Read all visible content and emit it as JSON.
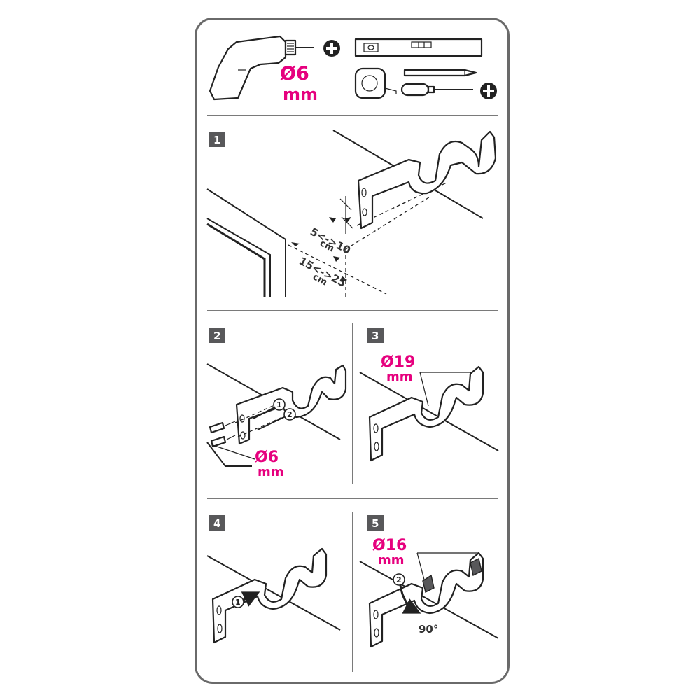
{
  "tools": {
    "drill_diameter": "Ø6",
    "drill_unit": "mm",
    "plus_symbol": "+",
    "icons": [
      "drill-icon",
      "spirit-level-icon",
      "tape-measure-icon",
      "pencil-icon",
      "screwdriver-icon"
    ]
  },
  "steps": [
    {
      "number": "1",
      "dim_a_value": "5<->10",
      "dim_a_unit": "cm",
      "dim_b_value": "15<->25",
      "dim_b_unit": "cm"
    },
    {
      "number": "2",
      "diameter": "Ø6",
      "unit": "mm",
      "markers": [
        "1",
        "2"
      ]
    },
    {
      "number": "3",
      "diameter": "Ø19",
      "unit": "mm"
    },
    {
      "number": "4",
      "marker": "1"
    },
    {
      "number": "5",
      "diameter": "Ø16",
      "unit": "mm",
      "marker": "2",
      "angle": "90°"
    }
  ],
  "colors": {
    "accent": "#e6007e",
    "badge": "#58585a",
    "border": "#6a6a6a"
  }
}
